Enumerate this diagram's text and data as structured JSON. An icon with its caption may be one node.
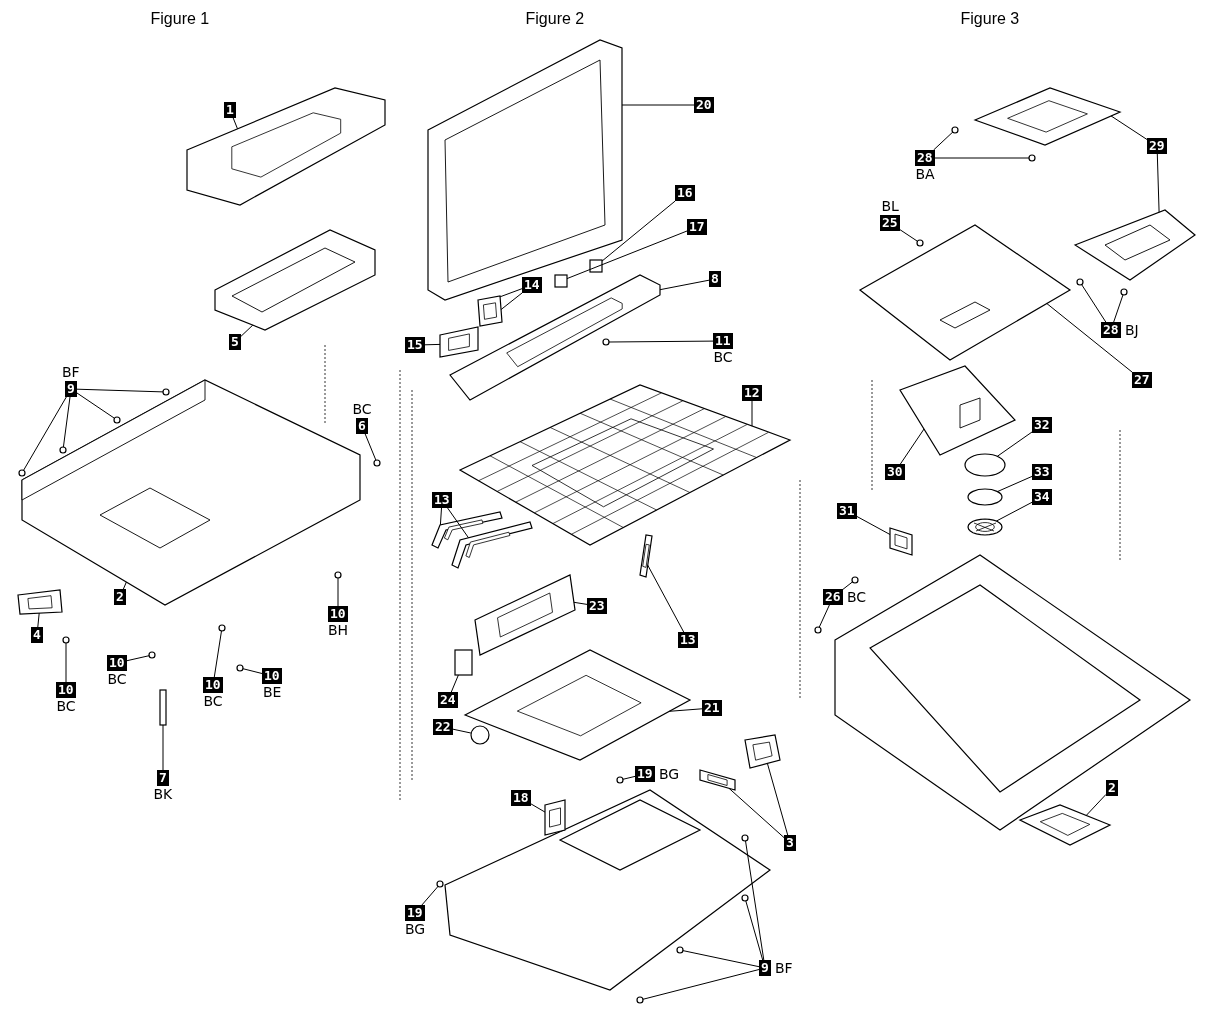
{
  "diagram": {
    "nodes": [
      {
        "text": [
          "1"
        ]
      },
      {
        "text": [
          "5"
        ]
      },
      {
        "text": [
          "9"
        ],
        "beside": [
          "BF"
        ]
      },
      {
        "text": [
          "6"
        ],
        "beside": [
          "BC"
        ]
      },
      {
        "text": [
          "2"
        ]
      },
      {
        "text": [
          "4"
        ]
      },
      {
        "text": [
          "10"
        ],
        "beside": [
          "BC"
        ]
      },
      {
        "text": [
          "10"
        ],
        "beside": [
          "BC"
        ]
      },
      {
        "text": [
          "10"
        ],
        "beside": [
          "BH"
        ]
      },
      {
        "text": [
          "10"
        ],
        "beside": [
          "BC"
        ]
      },
      {
        "text": [
          "10"
        ],
        "beside": [
          "BE"
        ]
      },
      {
        "text": [
          "7"
        ],
        "beside": [
          "BK"
        ]
      },
      {
        "text": [
          "20"
        ]
      },
      {
        "text": [
          "16"
        ]
      },
      {
        "text": [
          "17"
        ]
      },
      {
        "text": [
          "14"
        ]
      },
      {
        "text": [
          "8"
        ]
      },
      {
        "text": [
          "15"
        ]
      },
      {
        "text": [
          "11"
        ],
        "beside": [
          "BC"
        ]
      },
      {
        "text": [
          "12"
        ]
      },
      {
        "text": [
          "13"
        ]
      },
      {
        "text": [
          "13"
        ]
      },
      {
        "text": [
          "23"
        ]
      },
      {
        "text": [
          "24"
        ]
      },
      {
        "text": [
          "22"
        ]
      },
      {
        "text": [
          "21"
        ]
      },
      {
        "text": [
          "19"
        ],
        "beside": [
          "BG"
        ]
      },
      {
        "text": [
          "18"
        ]
      },
      {
        "text": [
          "3"
        ]
      },
      {
        "text": [
          "19"
        ],
        "beside": [
          "BG"
        ]
      },
      {
        "text": [
          "9"
        ],
        "beside": [
          "BF"
        ]
      },
      {
        "text": [
          "28"
        ],
        "beside": [
          "BA"
        ]
      },
      {
        "text": [
          "29"
        ]
      },
      {
        "text": [
          "25"
        ],
        "beside": [
          "BL"
        ]
      },
      {
        "text": [
          "28"
        ],
        "beside": [
          "BJ"
        ]
      },
      {
        "text": [
          "27"
        ]
      },
      {
        "text": [
          "30"
        ]
      },
      {
        "text": [
          "32"
        ]
      },
      {
        "text": [
          "33"
        ]
      },
      {
        "text": [
          "34"
        ]
      },
      {
        "text": [
          "31"
        ]
      },
      {
        "text": [
          "26"
        ],
        "beside": [
          "BC"
        ]
      },
      {
        "text": [
          "2"
        ]
      },
      {
        "text": [],
        "shape": "picture"
      },
      {
        "text": [],
        "shape": "picture"
      },
      {
        "text": [],
        "shape": "circle"
      },
      {
        "text": [],
        "shape": "circle"
      },
      {
        "text": [],
        "shape": "circle"
      },
      {
        "text": [],
        "shape": "circle"
      },
      {
        "text": [],
        "shape": "circle"
      },
      {
        "text": [],
        "shape": "picture"
      },
      {
        "text": [],
        "shape": "picture"
      },
      {
        "text": [],
        "shape": "circle"
      },
      {
        "text": [],
        "shape": "circle"
      },
      {
        "text": [],
        "shape": "circle"
      },
      {
        "text": [],
        "shape": "circle"
      },
      {
        "text": [],
        "shape": "circle"
      },
      {
        "text": [],
        "shape": "box"
      },
      {
        "text": [],
        "shape": "picture"
      },
      {
        "text": [],
        "shape": "box"
      },
      {
        "text": [],
        "shape": "box"
      },
      {
        "text": [],
        "shape": "picture"
      },
      {
        "text": [],
        "shape": "picture"
      },
      {
        "text": [],
        "shape": "picture"
      },
      {
        "text": [],
        "shape": "circle"
      },
      {
        "text": [],
        "shape": "picture"
      },
      {
        "text": [],
        "shape": "picture"
      },
      {
        "text": [],
        "shape": "picture"
      },
      {
        "text": [],
        "shape": "picture"
      },
      {
        "text": [],
        "shape": "picture"
      },
      {
        "text": [],
        "shape": "box"
      },
      {
        "text": [],
        "shape": "circle"
      },
      {
        "text": [],
        "shape": "picture"
      },
      {
        "text": [],
        "shape": "circle"
      },
      {
        "text": [],
        "shape": "picture"
      },
      {
        "text": [],
        "shape": "picture"
      },
      {
        "text": [],
        "shape": "picture"
      },
      {
        "text": [],
        "shape": "circle"
      },
      {
        "text": [],
        "shape": "circle"
      },
      {
        "text": [],
        "shape": "circle"
      },
      {
        "text": [],
        "shape": "circle"
      },
      {
        "text": [],
        "shape": "circle"
      },
      {
        "text": [],
        "shape": "circle"
      },
      {
        "text": [],
        "shape": "circle"
      },
      {
        "text": [],
        "shape": "picture"
      },
      {
        "text": [],
        "shape": "picture"
      },
      {
        "text": [],
        "shape": "circle"
      },
      {
        "text": [],
        "shape": "circle"
      },
      {
        "text": [],
        "shape": "circle"
      },
      {
        "text": [],
        "shape": "picture"
      },
      {
        "text": [],
        "shape": "picture"
      },
      {
        "text": [],
        "shape": "circle"
      },
      {
        "text": [],
        "shape": "circle"
      },
      {
        "text": [],
        "shape": "picture"
      },
      {
        "text": [],
        "shape": "picture"
      },
      {
        "text": [],
        "shape": "circle"
      },
      {
        "text": [],
        "shape": "circle"
      },
      {
        "text": [],
        "shape": "picture"
      }
    ],
    "edges": [
      {
        "from": 0,
        "to": 43,
        "arrow": "none"
      },
      {
        "from": 1,
        "to": 44,
        "arrow": "none"
      },
      {
        "from": 2,
        "to": 45,
        "arrow": "none"
      },
      {
        "from": 2,
        "to": 46,
        "arrow": "none"
      },
      {
        "from": 2,
        "to": 47,
        "arrow": "none"
      },
      {
        "from": 2,
        "to": 48,
        "arrow": "none"
      },
      {
        "from": 3,
        "to": 49,
        "arrow": "none"
      },
      {
        "from": 4,
        "to": 50,
        "arrow": "none"
      },
      {
        "from": 5,
        "to": 51,
        "arrow": "none"
      },
      {
        "from": 6,
        "to": 52,
        "arrow": "none"
      },
      {
        "from": 7,
        "to": 53,
        "arrow": "none"
      },
      {
        "from": 8,
        "to": 54,
        "arrow": "none"
      },
      {
        "from": 9,
        "to": 55,
        "arrow": "none"
      },
      {
        "from": 10,
        "to": 56,
        "arrow": "none"
      },
      {
        "from": 11,
        "to": 57,
        "arrow": "none"
      },
      {
        "from": 12,
        "to": 58,
        "arrow": "none"
      },
      {
        "from": 13,
        "to": 59,
        "arrow": "none"
      },
      {
        "from": 14,
        "to": 60,
        "arrow": "none"
      },
      {
        "from": 15,
        "to": 61,
        "arrow": "none"
      },
      {
        "from": 15,
        "to": 61,
        "arrow": "none"
      },
      {
        "from": 16,
        "to": 62,
        "arrow": "none"
      },
      {
        "from": 17,
        "to": 63,
        "arrow": "none"
      },
      {
        "from": 18,
        "to": 64,
        "arrow": "none"
      },
      {
        "from": 19,
        "to": 65,
        "arrow": "none"
      },
      {
        "from": 20,
        "to": 66,
        "arrow": "none"
      },
      {
        "from": 20,
        "to": 67,
        "arrow": "none"
      },
      {
        "from": 21,
        "to": 68,
        "arrow": "none"
      },
      {
        "from": 22,
        "to": 69,
        "arrow": "none"
      },
      {
        "from": 23,
        "to": 70,
        "arrow": "none"
      },
      {
        "from": 24,
        "to": 71,
        "arrow": "none"
      },
      {
        "from": 25,
        "to": 72,
        "arrow": "none"
      },
      {
        "from": 26,
        "to": 73,
        "arrow": "none"
      },
      {
        "from": 27,
        "to": 74,
        "arrow": "none"
      },
      {
        "from": 28,
        "to": 75,
        "arrow": "none"
      },
      {
        "from": 28,
        "to": 76,
        "arrow": "none"
      },
      {
        "from": 29,
        "to": 77,
        "arrow": "none"
      },
      {
        "from": 30,
        "to": 78,
        "arrow": "none"
      },
      {
        "from": 30,
        "to": 79,
        "arrow": "none"
      },
      {
        "from": 30,
        "to": 80,
        "arrow": "none"
      },
      {
        "from": 30,
        "to": 81,
        "arrow": "none"
      },
      {
        "from": 31,
        "to": 82,
        "arrow": "none"
      },
      {
        "from": 31,
        "to": 83,
        "arrow": "none"
      },
      {
        "from": 32,
        "to": 84,
        "arrow": "none"
      },
      {
        "from": 32,
        "to": 85,
        "arrow": "none"
      },
      {
        "from": 33,
        "to": 86,
        "arrow": "none"
      },
      {
        "from": 34,
        "to": 87,
        "arrow": "none"
      },
      {
        "from": 34,
        "to": 88,
        "arrow": "none"
      },
      {
        "from": 35,
        "to": 89,
        "arrow": "none"
      },
      {
        "from": 36,
        "to": 90,
        "arrow": "none"
      },
      {
        "from": 37,
        "to": 91,
        "arrow": "none"
      },
      {
        "from": 38,
        "to": 92,
        "arrow": "none"
      },
      {
        "from": 39,
        "to": 93,
        "arrow": "none"
      },
      {
        "from": 40,
        "to": 94,
        "arrow": "none"
      },
      {
        "from": 41,
        "to": 95,
        "arrow": "none"
      },
      {
        "from": 41,
        "to": 96,
        "arrow": "none"
      },
      {
        "from": 42,
        "to": 97,
        "arrow": "none"
      }
    ],
    "labels": [
      "Figure 1",
      "Figure 2",
      "Figure 3"
    ]
  }
}
